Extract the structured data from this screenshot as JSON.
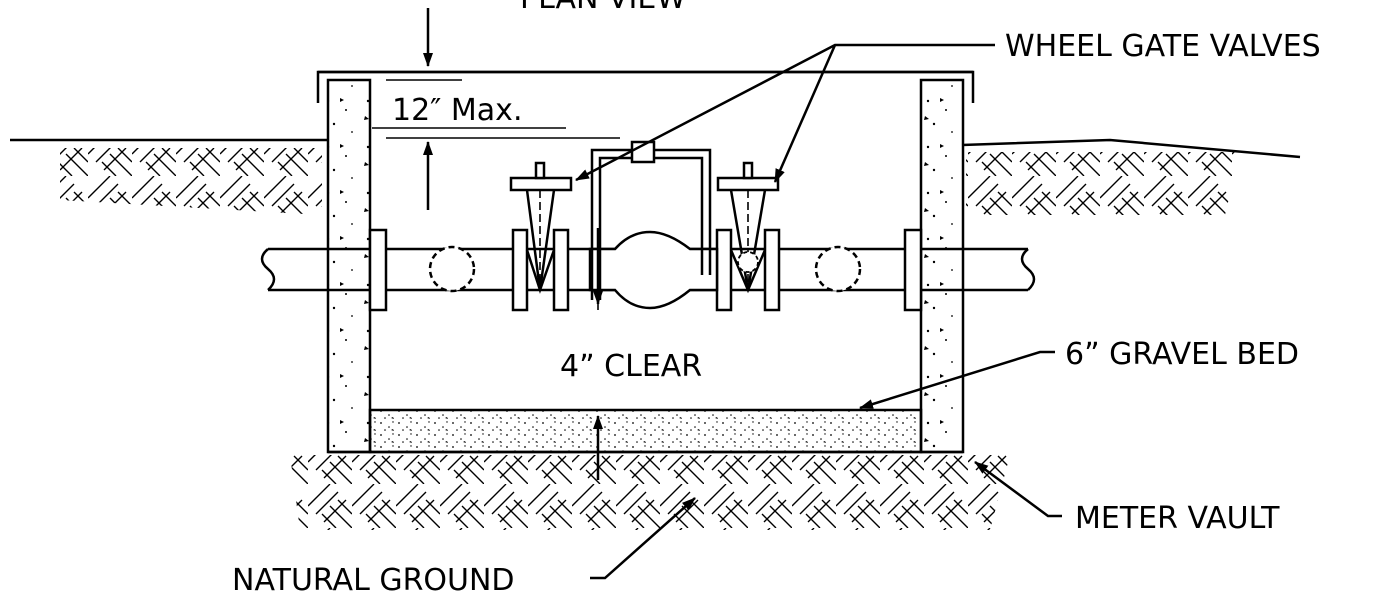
{
  "drawing": {
    "top_label_fragment": "PLAN VIEW",
    "labels": {
      "wheel_gate_valves": "WHEEL GATE VALVES",
      "max_clearance": "12″ Max.",
      "clear": "4” CLEAR",
      "gravel_bed": "6” GRAVEL BED",
      "meter_vault": "METER VAULT",
      "natural_ground": "NATURAL GROUND"
    }
  }
}
